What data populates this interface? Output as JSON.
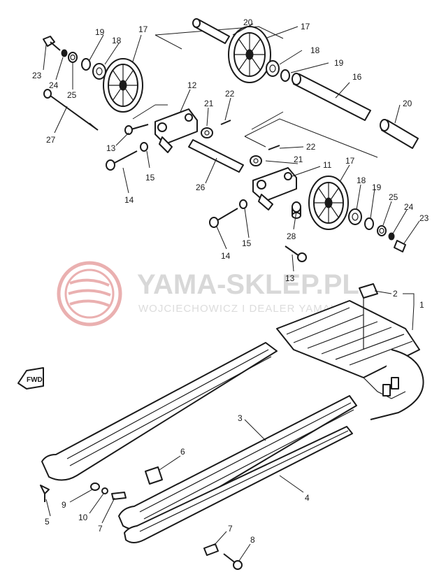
{
  "watermark": {
    "brand": "YAMA-SKLEP.PL",
    "tagline": "WOJCIECHOWICZ I DEALER YAMAHA",
    "logo_color": "#e8a0a0"
  },
  "fwd_label": "FWD",
  "callouts": [
    "20",
    "17",
    "19",
    "18",
    "23",
    "24",
    "25",
    "22",
    "12",
    "21",
    "27",
    "13",
    "16",
    "15",
    "14",
    "26",
    "11",
    "28",
    "2",
    "1",
    "3",
    "6",
    "9",
    "10",
    "5",
    "7",
    "4",
    "8"
  ]
}
